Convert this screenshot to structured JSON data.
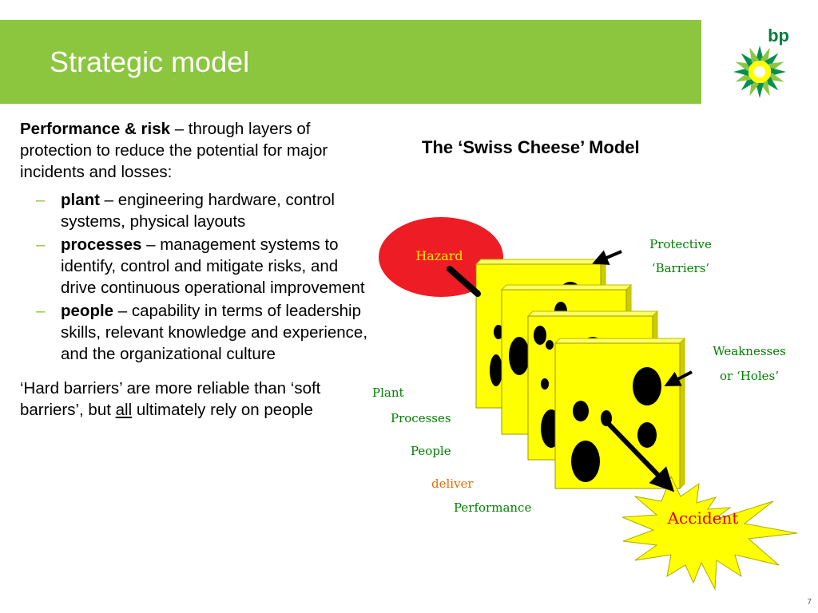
{
  "header": {
    "title": "Strategic model",
    "bg_color": "#8cc63f"
  },
  "logo": {
    "text": "bp"
  },
  "body": {
    "intro_bold": "Performance & risk",
    "intro_rest": " – through layers of protection to reduce the potential for major incidents and losses:",
    "bullets": [
      {
        "dash": "–",
        "bold": "plant",
        "rest": " – engineering hardware, control systems, physical layouts"
      },
      {
        "dash": "–",
        "bold": "processes",
        "rest": " – management systems to identify, control and mitigate risks, and drive continuous operational improvement"
      },
      {
        "dash": "–",
        "bold": "people",
        "rest": " – capability in terms of leadership skills, relevant knowledge and experience, and the organizational culture"
      }
    ],
    "note_part1": " ‘Hard barriers’ are more reliable than ‘soft barriers’, but ",
    "note_underline": "all",
    "note_part2": " ultimately rely on people"
  },
  "diagram": {
    "title": "The ‘Swiss Cheese’ Model",
    "hazard": "Hazard",
    "protective_line1": "Protective",
    "protective_line2": "‘Barriers’",
    "weaknesses_line1": "Weaknesses",
    "weaknesses_line2": "or ‘Holes’",
    "plant": "Plant",
    "processes": "Processes",
    "people": "People",
    "deliver": "deliver",
    "performance": "Performance",
    "accident": "Accident",
    "colors": {
      "cheese": "#ffff00",
      "hazard": "#ee1c25",
      "label_green": "#008000",
      "deliver_orange": "#e36c09",
      "accident_red": "#e00000"
    }
  },
  "slide_number": "7"
}
